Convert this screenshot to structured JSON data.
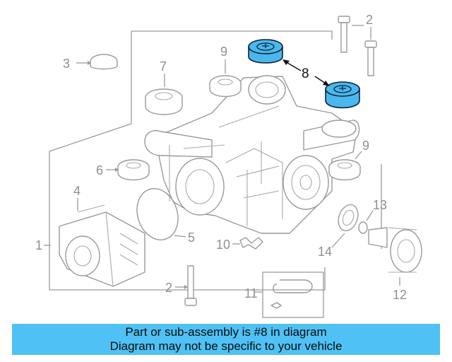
{
  "callouts": {
    "c1": "1",
    "c2a": "2",
    "c2b": "2",
    "c3": "3",
    "c4": "4",
    "c5": "5",
    "c6": "6",
    "c7": "7",
    "c8": "8",
    "c9a": "9",
    "c9b": "9",
    "c10": "10",
    "c11": "11",
    "c12": "12",
    "c13": "13",
    "c14": "14"
  },
  "highlighted_part": "8",
  "colors": {
    "highlight": "#4ab7ee",
    "banner": "#4fc1f5",
    "line_art": "#9a9a9a"
  },
  "banner": {
    "line1": "Part or sub-assembly is #8 in diagram",
    "line2": "Diagram may not be specific to your vehicle"
  }
}
